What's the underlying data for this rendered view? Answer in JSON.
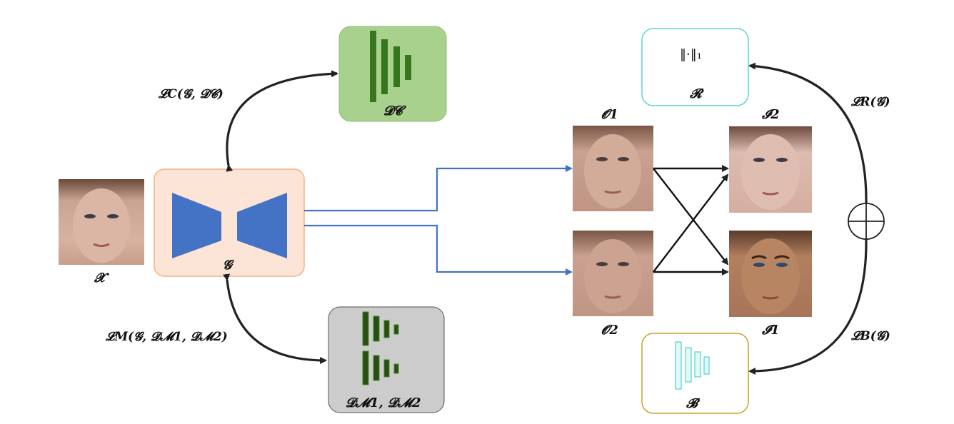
{
  "input_label": "𝓧",
  "generator": {
    "label": "𝓖"
  },
  "classifier": {
    "label": "𝓓𝓒"
  },
  "manipulation_discriminators": {
    "label": "𝓓𝓜1, 𝓓𝓜2"
  },
  "reconstruction": {
    "formula": "‖·‖₁",
    "label": "𝓡"
  },
  "bias": {
    "label": "𝓑"
  },
  "losses": {
    "classification": "𝓛C(𝓖, 𝓓𝓒)",
    "manipulation": "𝓛M(𝓖, 𝓓𝓜1, 𝓓𝓜2)",
    "reconstruction": "𝓛R(𝓖)",
    "bias": "𝓛B(𝓖)"
  },
  "faces": {
    "o1": "𝓞1",
    "o2": "𝓞2",
    "i2": "𝓘2",
    "i1": "𝓘1"
  },
  "colors": {
    "generator_fill": "#fce4d6",
    "generator_border": "#f4b183",
    "encoder_decoder": "#4472c4",
    "classifier_fill": "#a9d18e",
    "classifier_bars": "#38761d",
    "manip_fill": "#cccccc",
    "manip_bars": "#274e13",
    "recon_border": "#5bd6d6",
    "bias_border": "#c9a227",
    "bias_bars": "#7fe5e5",
    "arrow_blue": "#4472c4",
    "arrow_black": "#222222"
  }
}
